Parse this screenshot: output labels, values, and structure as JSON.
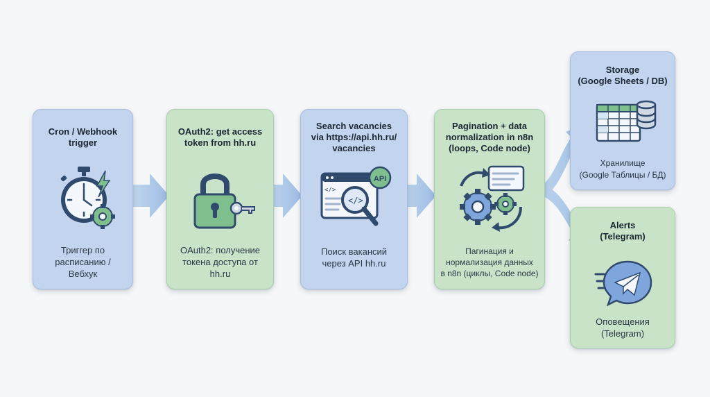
{
  "steps": [
    {
      "title": "Cron / Webhook\ntrigger",
      "caption": "Триггер по\nрасписанию /\nВебхук",
      "icon": "stopwatch-gear-icon"
    },
    {
      "title": "OAuth2: get access\ntoken from hh.ru",
      "caption": "OAuth2: получение\nтокена доступа от\nhh.ru",
      "icon": "padlock-key-icon"
    },
    {
      "title": "Search vacancies\nvia https://api.hh.ru/\nvacancies",
      "caption": "Поиск вакансий\nчерез API hh.ru",
      "icon": "api-search-icon",
      "badge": "API"
    },
    {
      "title": "Pagination + data\nnormalization in n8n\n(loops, Code node)",
      "caption": "Пагинация и\nнормализация данных\nв n8n (циклы, Code node)",
      "icon": "gears-cycle-icon"
    }
  ],
  "outputs": [
    {
      "title": "Storage\n(Google Sheets / DB)",
      "caption": "Хранилище\n(Google Таблицы / БД)",
      "icon": "spreadsheet-database-icon"
    },
    {
      "title": "Alerts\n(Telegram)",
      "caption": "Оповещения\n(Telegram)",
      "icon": "telegram-icon"
    }
  ],
  "colors": {
    "card_blue": "#c3d4ee",
    "card_green": "#c9e3c9",
    "icon_navy": "#2f4a6d",
    "icon_green": "#7fbf8e",
    "icon_blue": "#7fa6dc",
    "arrow": "#a9c4e6"
  }
}
